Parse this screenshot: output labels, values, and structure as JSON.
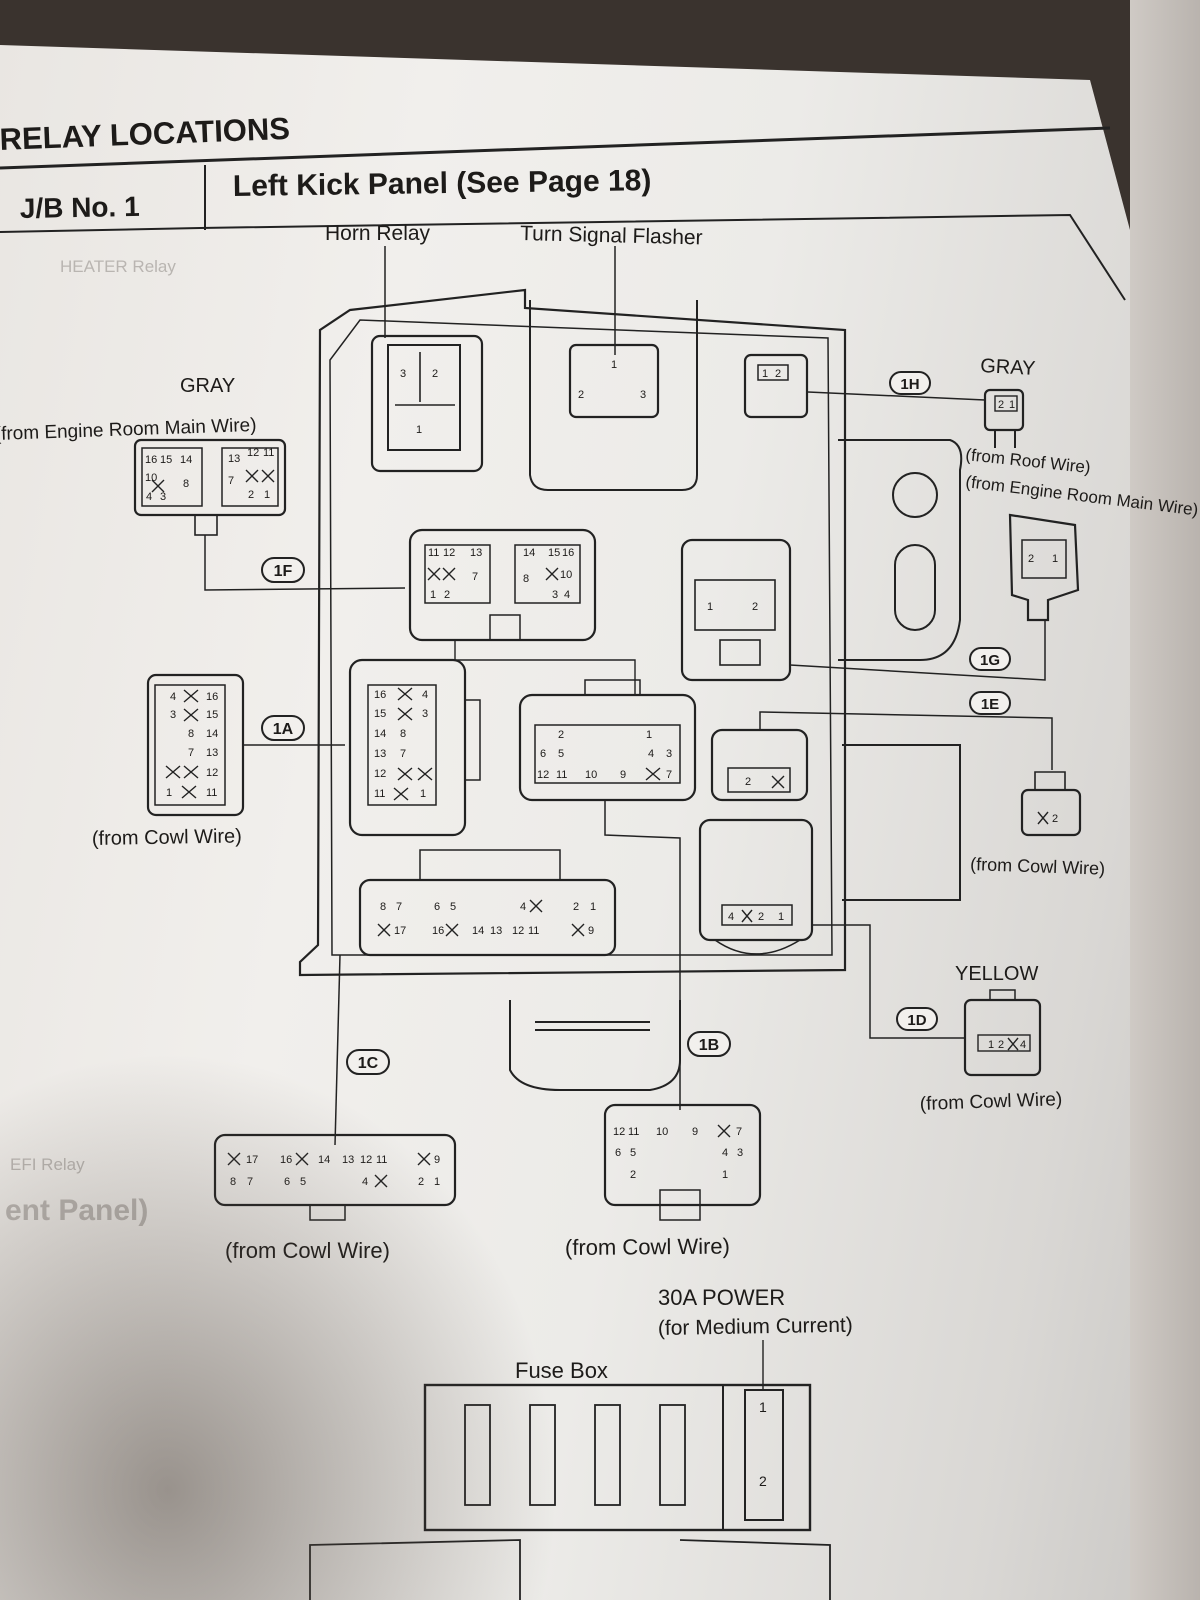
{
  "header": {
    "section_title": "RELAY LOCATIONS",
    "jb_label": "J/B No. 1",
    "location": "Left Kick Panel (See Page 18)"
  },
  "labels": {
    "horn_relay": "Horn Relay",
    "turn_signal_flasher": "Turn Signal Flasher",
    "gray_left": "GRAY",
    "from_engine_room_main_wire_left": "(from Engine Room Main Wire)",
    "gray_right": "GRAY",
    "from_roof_wire": "(from Roof Wire)",
    "from_engine_room_main_wire_right": "(from Engine Room Main Wire)",
    "from_cowl_wire_1a": "(from Cowl Wire)",
    "from_cowl_wire_1e": "(from Cowl Wire)",
    "yellow": "YELLOW",
    "from_cowl_wire_1d": "(from Cowl Wire)",
    "from_cowl_wire_1c": "(from Cowl Wire)",
    "from_cowl_wire_1b": "(from Cowl Wire)",
    "power_30a": "30A POWER",
    "for_medium_current": "(for Medium Current)",
    "fuse_box": "Fuse Box",
    "ghost_heater_relay": "HEATER Relay",
    "ghost_efi_relay": "EFI Relay",
    "ghost_panel": "ent Panel)"
  },
  "connectors": {
    "c1F": "1F",
    "c1A": "1A",
    "c1H": "1H",
    "c1G": "1G",
    "c1E": "1E",
    "c1D": "1D",
    "c1C": "1C",
    "c1B": "1B"
  },
  "pins": {
    "horn": [
      "3",
      "2",
      "1"
    ],
    "flasher": [
      "1",
      "2",
      "3"
    ],
    "h1h_top": [
      "1",
      "2"
    ],
    "gray_right": [
      "2",
      "1"
    ],
    "eng_right": [
      "2",
      "1"
    ],
    "gray_left": [
      "16",
      "15",
      "14",
      "10",
      "8",
      "4",
      "3",
      "13",
      "12",
      "11",
      "7",
      "2",
      "1"
    ],
    "jb_1f": [
      "11",
      "12",
      "13",
      "7",
      "1",
      "2",
      "14",
      "8",
      "15",
      "16",
      "10",
      "3",
      "4"
    ],
    "jb_1g": [
      "1",
      "2"
    ],
    "cowl_1a": [
      "4",
      "16",
      "3",
      "15",
      "8",
      "14",
      "7",
      "13",
      "12",
      "1",
      "11"
    ],
    "jb_1a": [
      "16",
      "4",
      "15",
      "3",
      "14",
      "8",
      "13",
      "7",
      "12",
      "11",
      "1"
    ],
    "jb_1b": [
      "2",
      "6",
      "5",
      "12",
      "11",
      "10",
      "9",
      "1",
      "4",
      "3",
      "7"
    ],
    "jb_1e": [
      "2"
    ],
    "cowl_1e": [
      "2"
    ],
    "jb_1d": [
      "4",
      "2",
      "1"
    ],
    "yellow_1d": [
      "1",
      "2",
      "4"
    ],
    "jb_1c": [
      "8",
      "7",
      "17",
      "6",
      "5",
      "16",
      "14",
      "13",
      "4",
      "12",
      "11",
      "2",
      "1",
      "9"
    ],
    "cowl_1c": [
      "17",
      "8",
      "7",
      "16",
      "6",
      "5",
      "14",
      "13",
      "12",
      "11",
      "4",
      "9",
      "2",
      "1"
    ],
    "cowl_1b": [
      "12",
      "11",
      "10",
      "9",
      "7",
      "6",
      "5",
      "4",
      "3",
      "2",
      "1"
    ],
    "fuse_30a": [
      "1",
      "2"
    ]
  }
}
